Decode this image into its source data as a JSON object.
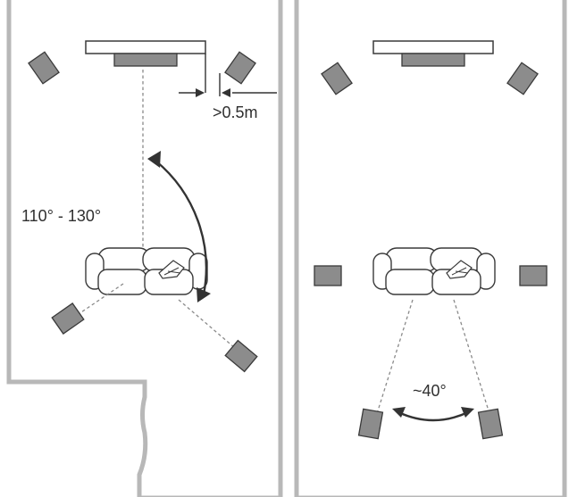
{
  "left_panel": {
    "distance_label": ">0.5m",
    "angle_label": "110° - 130°"
  },
  "right_panel": {
    "angle_label": "~40°"
  },
  "colors": {
    "wall": "#b8b8b8",
    "speaker_fill": "#8c8c8c",
    "outline": "#3a3a3a",
    "dashed_line": "#8a8a8a"
  }
}
